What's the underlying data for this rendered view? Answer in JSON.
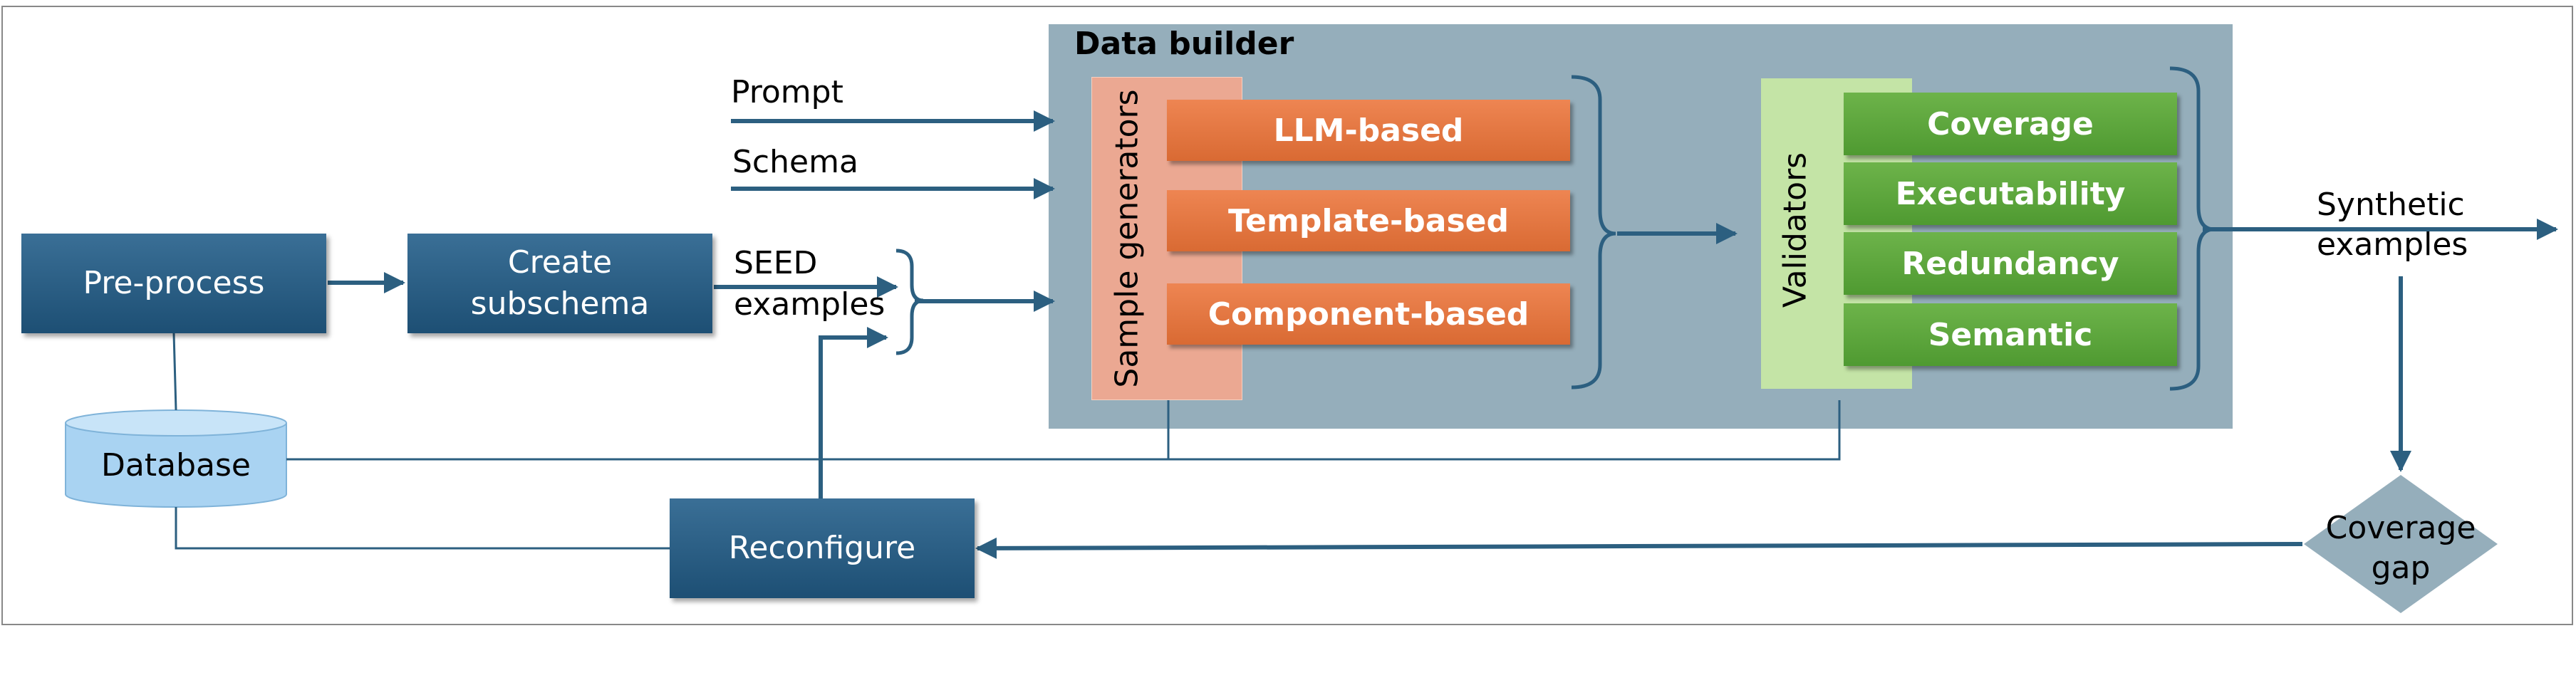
{
  "title": "Data builder",
  "inputs": {
    "prompt": "Prompt",
    "schema": "Schema",
    "seed_line1": "SEED",
    "seed_line2": "examples"
  },
  "steps": {
    "preprocess": "Pre-process",
    "create_line1": "Create",
    "create_line2": "subschema",
    "database": "Database",
    "reconfigure": "Reconfigure"
  },
  "generators": {
    "group_label": "Sample generators",
    "items": [
      "LLM-based",
      "Template-based",
      "Component-based"
    ]
  },
  "validators": {
    "group_label": "Validators",
    "items": [
      "Coverage",
      "Executability",
      "Redundancy",
      "Semantic"
    ]
  },
  "output": {
    "line1": "Synthetic",
    "line2": "examples"
  },
  "decision": {
    "line1": "Coverage",
    "line2": "gap"
  },
  "colors": {
    "dark_box": "#1d4f74",
    "builder_bg": "#95aebb",
    "generator_panel": "#eba892",
    "generator_box": "#e37a45",
    "validator_panel": "#c4e4a6",
    "validator_box": "#5ea83c",
    "database": "#a9d3f2",
    "diamond": "#95aebb",
    "arrow": "#2c5f80"
  }
}
